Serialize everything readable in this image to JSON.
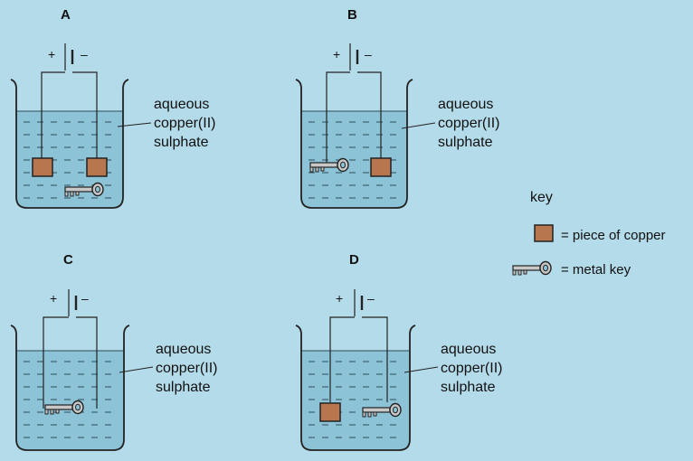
{
  "panels": [
    {
      "letter": "A",
      "solution": [
        "aqueous",
        "copper(II)",
        "sulphate"
      ],
      "plus": "+",
      "minus": "–",
      "left_electrode": "copper",
      "right_electrode": "copper",
      "extra_item": "metal key on bottom"
    },
    {
      "letter": "B",
      "solution": [
        "aqueous",
        "copper(II)",
        "sulphate"
      ],
      "plus": "+",
      "minus": "–",
      "left_electrode": "metal key",
      "right_electrode": "copper"
    },
    {
      "letter": "C",
      "solution": [
        "aqueous",
        "copper(II)",
        "sulphate"
      ],
      "plus": "+",
      "minus": "–",
      "left_electrode": "metal key",
      "right_electrode": "none"
    },
    {
      "letter": "D",
      "solution": [
        "aqueous",
        "copper(II)",
        "sulphate"
      ],
      "plus": "+",
      "minus": "–",
      "left_electrode": "copper",
      "right_electrode": "metal key"
    }
  ],
  "key": {
    "heading": "key",
    "copper_label": "= piece of copper",
    "metal_key_label": "= metal key"
  },
  "colors": {
    "background": "#b4dbe9",
    "solution": "#8cc3d6",
    "copper": "#b8764e",
    "key_fill": "#c8c8c8"
  }
}
